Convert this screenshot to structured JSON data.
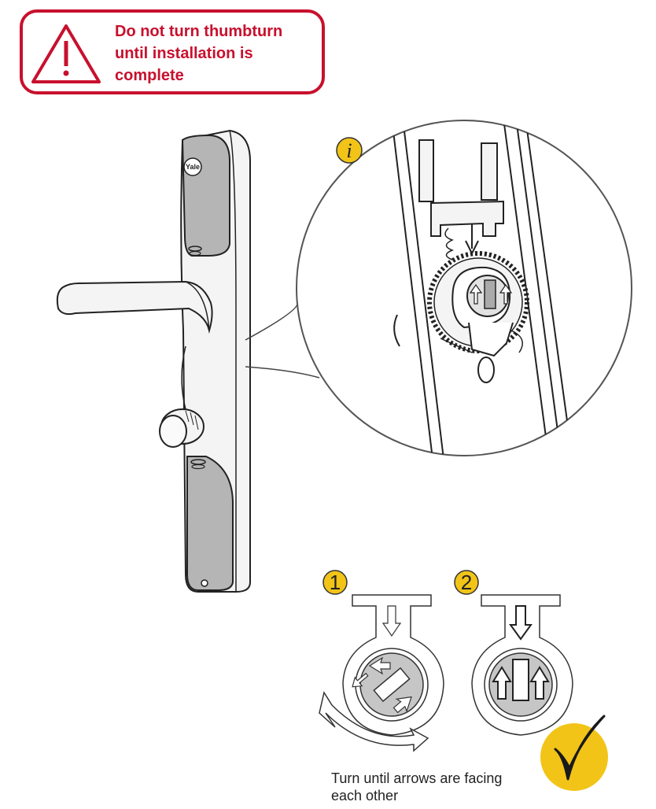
{
  "warning": {
    "lines": [
      "Do not turn thumbturn",
      "until installation is",
      "complete"
    ]
  },
  "info_badge": "i",
  "lock_logo": "Yale",
  "steps": [
    {
      "number": "1"
    },
    {
      "number": "2"
    }
  ],
  "caption": {
    "lines": [
      "Turn until arrows are facing",
      "each other"
    ]
  },
  "colors": {
    "warning_red": "#c8102e",
    "badge_yellow": "#f2c418",
    "cover_grey": "#b5b5b5",
    "rotor_grey": "#c6c6c6"
  },
  "icons": [
    "warning-triangle-icon",
    "info-icon",
    "checkmark-icon",
    "rotate-arrow-icon"
  ]
}
